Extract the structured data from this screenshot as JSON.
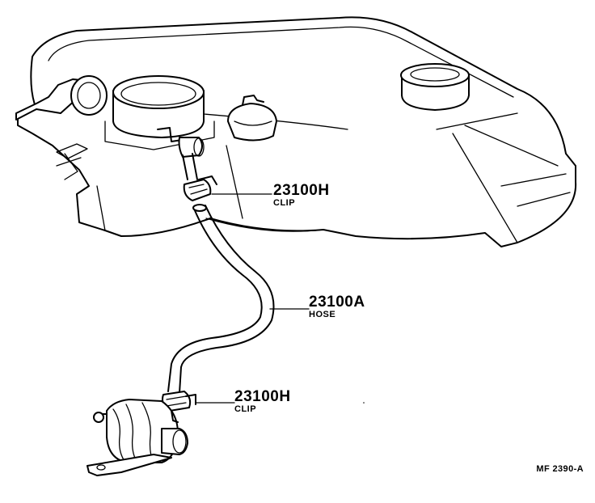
{
  "callouts": [
    {
      "part_number": "23100H",
      "part_name": "CLIP"
    },
    {
      "part_number": "23100A",
      "part_name": "HOSE"
    },
    {
      "part_number": "23100H",
      "part_name": "CLIP"
    }
  ],
  "figure_code": "MF 2390-A"
}
